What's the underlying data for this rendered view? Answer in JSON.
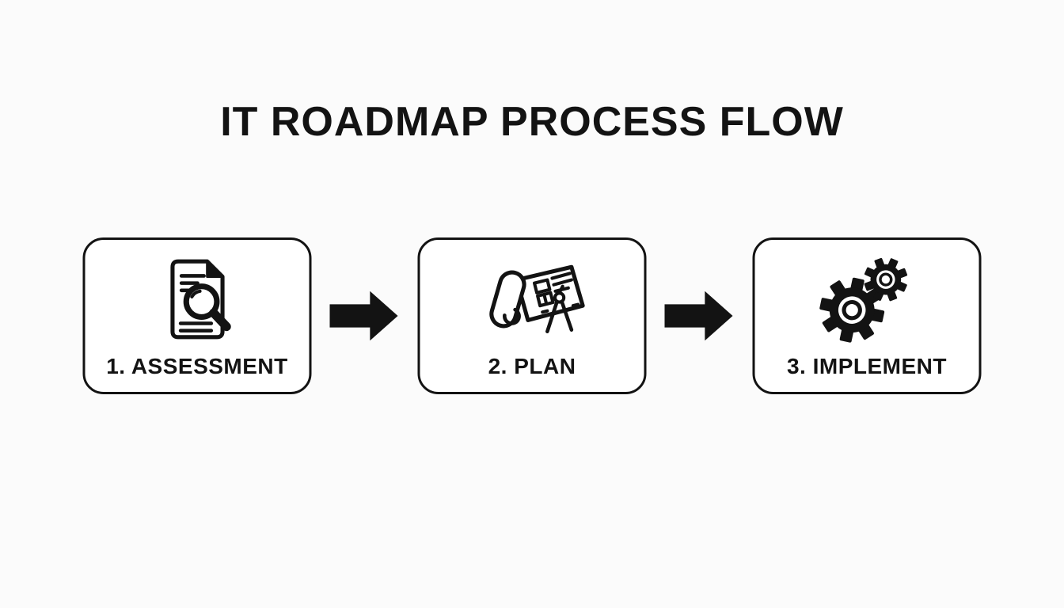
{
  "title": "IT ROADMAP PROCESS FLOW",
  "steps": [
    {
      "label": "1. ASSESSMENT",
      "icon": "document-magnifier-icon"
    },
    {
      "label": "2. PLAN",
      "icon": "blueprint-compass-icon"
    },
    {
      "label": "3. IMPLEMENT",
      "icon": "gears-icon"
    }
  ],
  "connectors": [
    {
      "type": "arrow-right"
    },
    {
      "type": "arrow-right"
    }
  ],
  "colors": {
    "background": "#fbfbfb",
    "box_fill": "#ffffff",
    "outline": "#131313",
    "text": "#131313",
    "arrow": "#131313"
  }
}
